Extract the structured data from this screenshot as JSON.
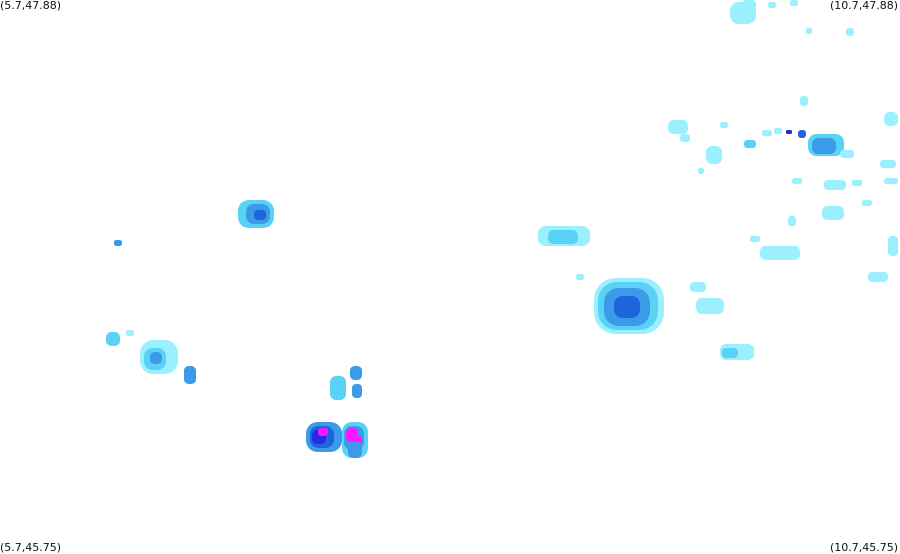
{
  "corners": {
    "top_left": "(5.7,47.88)",
    "top_right": "(10.7,47.88)",
    "bottom_left": "(5.7,45.75)",
    "bottom_right": "(10.7,45.75)"
  },
  "intensity_colors": {
    "very_light": "#9af0ff",
    "light": "#5ad2f5",
    "moderate": "#3c9be8",
    "strong": "#1e64dc",
    "heavy": "#2828e6",
    "extreme": "#ff14ff"
  }
}
